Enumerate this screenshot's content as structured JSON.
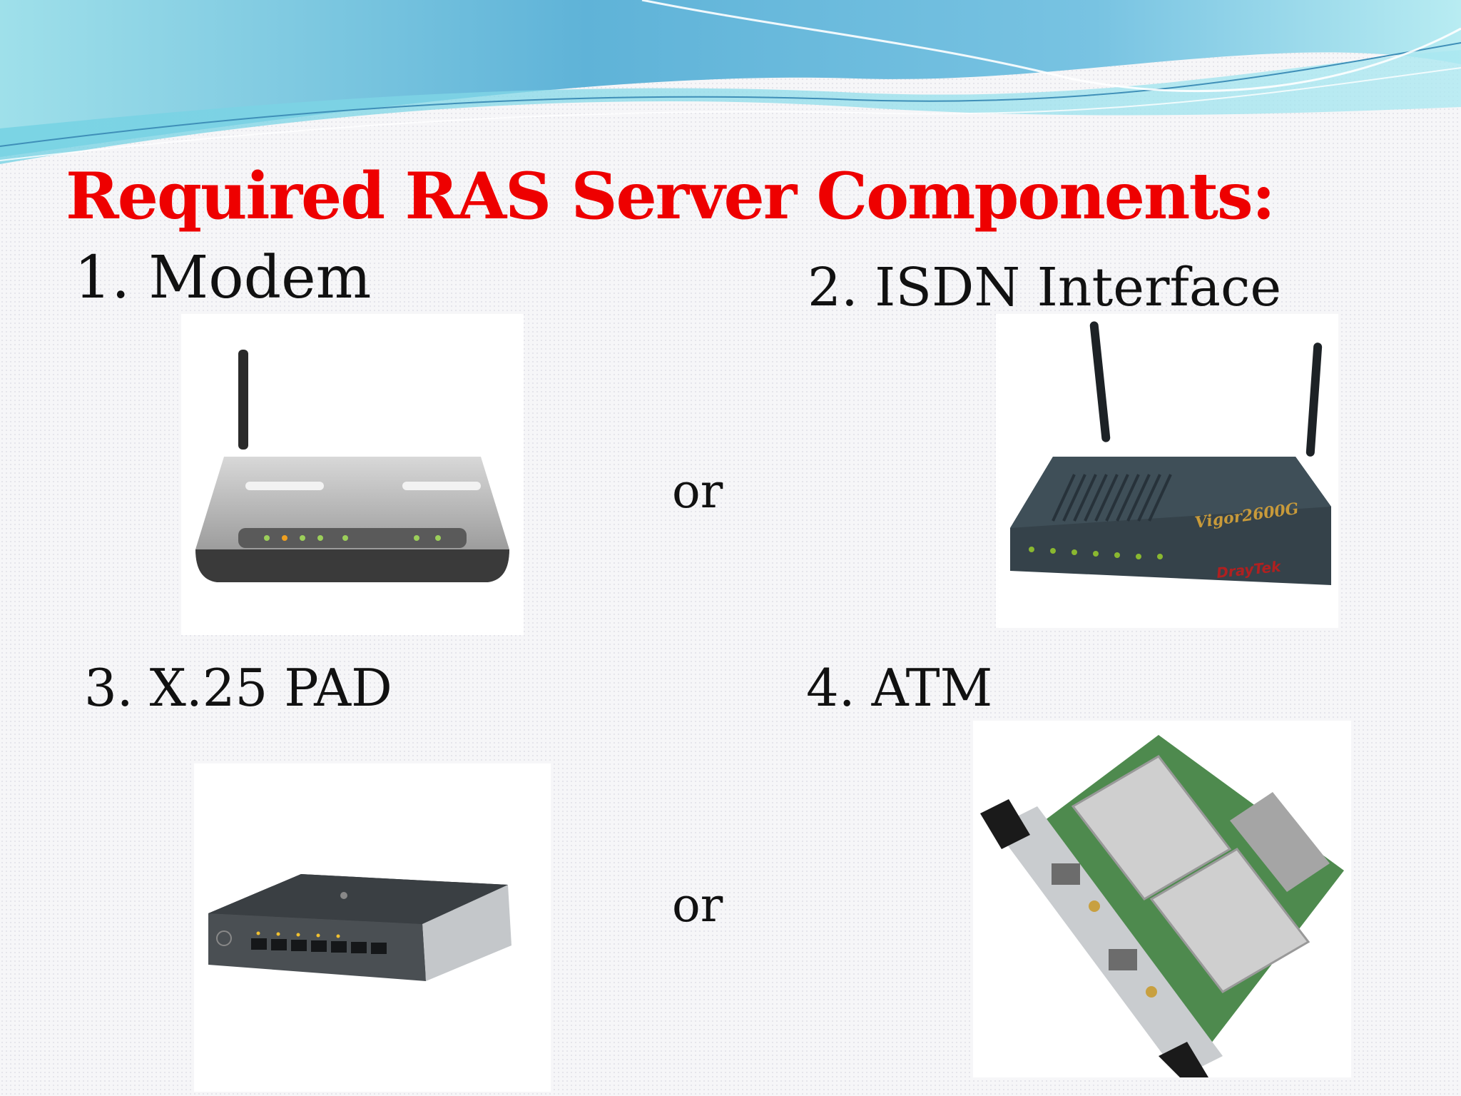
{
  "slide": {
    "title": "Required RAS Server Components:",
    "separator": "or",
    "items": [
      {
        "label": "1. Modem",
        "icon": "modem-router-icon"
      },
      {
        "label": "2. ISDN Interface",
        "icon": "isdn-router-icon"
      },
      {
        "label": "3. X.25 PAD",
        "icon": "x25-pad-icon"
      },
      {
        "label": "4. ATM",
        "icon": "atm-card-icon"
      }
    ],
    "device_text": {
      "isdn_model": "Vigor2600G",
      "isdn_brand": "DrayTek"
    }
  },
  "colors": {
    "title": "#ee0000",
    "wave_dark": "#4aa8cc",
    "wave_light": "#8fd9e6"
  }
}
